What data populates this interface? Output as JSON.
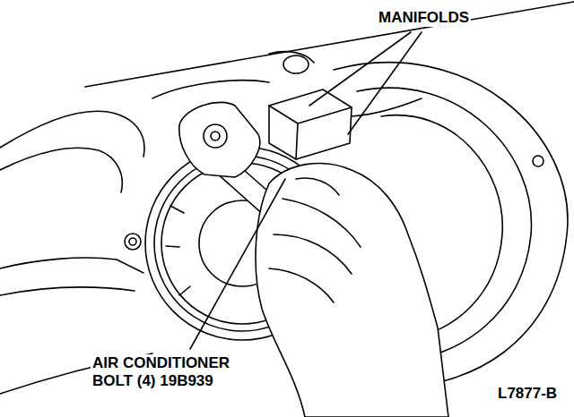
{
  "diagram": {
    "labels": [
      "MANIFOLDS",
      "AIR CONDITIONER BOLT (4) 19B939",
      "L7877-B"
    ]
  }
}
